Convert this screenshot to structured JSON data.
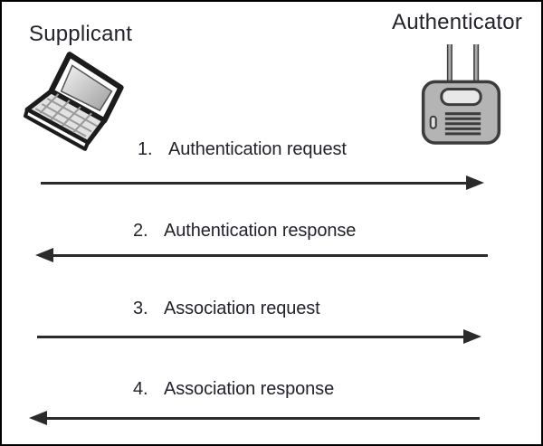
{
  "diagram": {
    "actors": {
      "left": {
        "title": "Supplicant",
        "icon": "laptop-icon"
      },
      "right": {
        "title": "Authenticator",
        "icon": "access-point-icon"
      }
    },
    "messages": [
      {
        "number": "1.",
        "label": "Authentication request",
        "direction": "right",
        "from": "Supplicant",
        "to": "Authenticator"
      },
      {
        "number": "2.",
        "label": "Authentication response",
        "direction": "left",
        "from": "Authenticator",
        "to": "Supplicant"
      },
      {
        "number": "3.",
        "label": "Association request",
        "direction": "right",
        "from": "Supplicant",
        "to": "Authenticator"
      },
      {
        "number": "4.",
        "label": "Association response",
        "direction": "left",
        "from": "Authenticator",
        "to": "Supplicant"
      }
    ],
    "colors": {
      "background": "#ffffff",
      "border": "#000000",
      "text": "#23232b",
      "arrow": "#2b2b2b",
      "device_body": "#b4b4b4",
      "device_panel": "#e8e8e8",
      "device_outline": "#3c3c3c"
    }
  }
}
